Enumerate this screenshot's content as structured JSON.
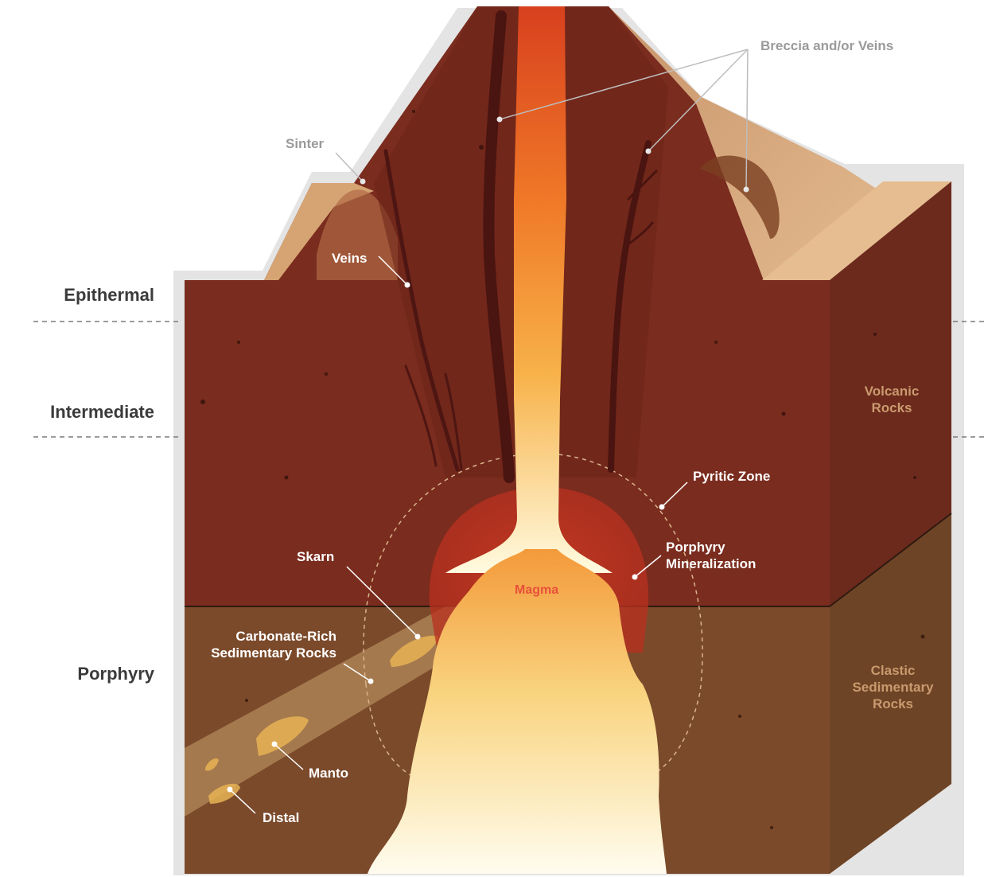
{
  "zones": {
    "epithermal": "Epithermal",
    "intermediate": "Intermediate",
    "porphyry": "Porphyry"
  },
  "labels": {
    "breccia": "Breccia and/or Veins",
    "sinter": "Sinter",
    "veins": "Veins",
    "volcanic_1": "Volcanic",
    "volcanic_2": "Rocks",
    "pyritic": "Pyritic Zone",
    "porphyry_min_1": "Porphyry",
    "porphyry_min_2": "Mineralization",
    "skarn": "Skarn",
    "magma": "Magma",
    "carbonate_1": "Carbonate-Rich",
    "carbonate_2": "Sedimentary Rocks",
    "clastic_1": "Clastic",
    "clastic_2": "Sedimentary",
    "clastic_3": "Rocks",
    "manto": "Manto",
    "distal": "Distal"
  },
  "colors": {
    "volcanic_rock": "#7a2c1e",
    "sediment_rock": "#7a4a2a",
    "ground_surface": "#d9a878",
    "side_face": "#6a2a1c",
    "magma_core": "#fff6c4",
    "magma_edge": "#f08a2a",
    "vein": "#5a1a14",
    "outline_grey": "#e2e2e2"
  }
}
